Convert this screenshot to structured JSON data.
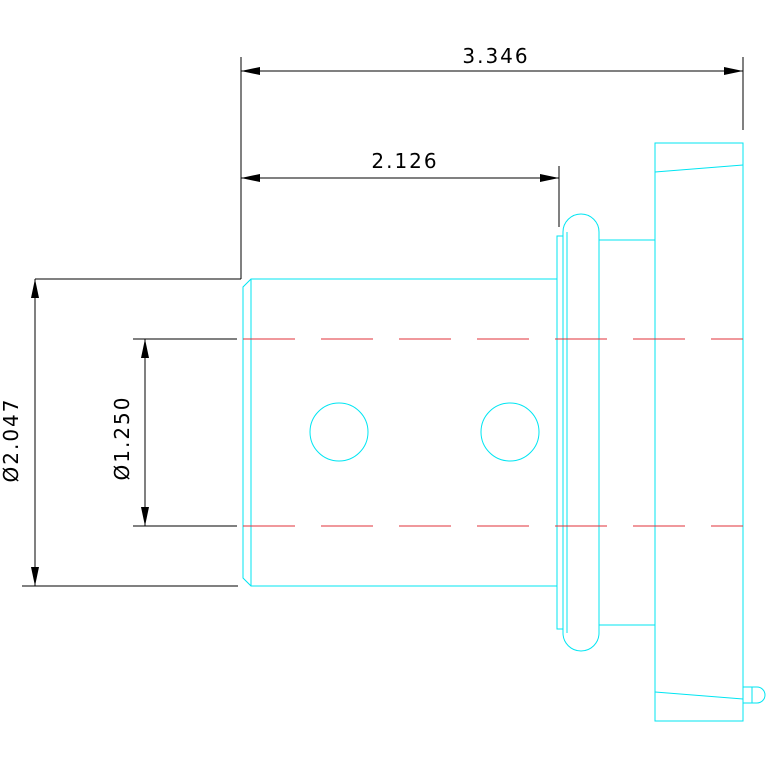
{
  "dimensions": {
    "overall_length": "3.346",
    "body_length": "2.126",
    "outer_diameter": "Ø2.047",
    "inner_diameter": "Ø1.250"
  },
  "colors": {
    "part_outline": "#00e5f2",
    "dimension_lines": "#000000",
    "center_lines": "#e0303a",
    "background": "#ffffff"
  }
}
